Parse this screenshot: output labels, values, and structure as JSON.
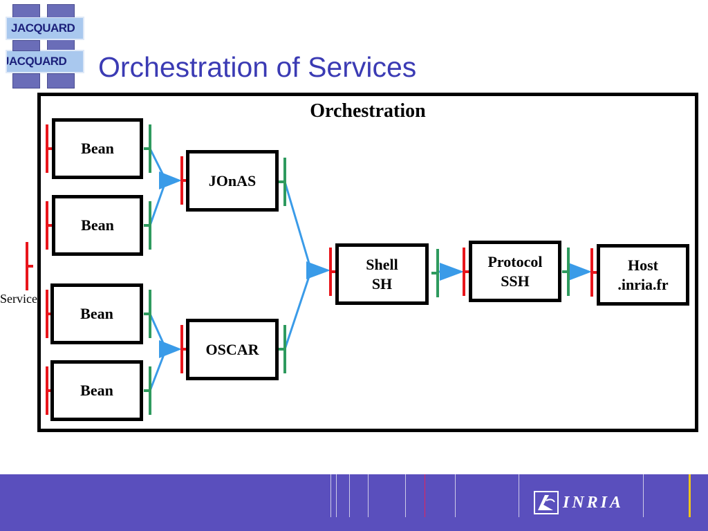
{
  "logo": {
    "top_text": "JACQUARD",
    "bottom_text": "JACQUARD"
  },
  "slide_title": "Orchestration of Services",
  "frame_title": "Orchestration",
  "service_label": "Service",
  "nodes": {
    "bean1": "Bean",
    "bean2": "Bean",
    "bean3": "Bean",
    "bean4": "Bean",
    "jonas": "JOnAS",
    "oscar": "OSCAR",
    "shell": "Shell\nSH",
    "protocol": "Protocol\nSSH",
    "host": "Host\n.inria.fr"
  },
  "colors": {
    "required_port": "#e8151b",
    "provided_port": "#2e9a5e",
    "binding": "#3a9be8",
    "title": "#3b3bb4",
    "footer": "#5a4fbd"
  },
  "footer": {
    "brand": "INRIA"
  }
}
